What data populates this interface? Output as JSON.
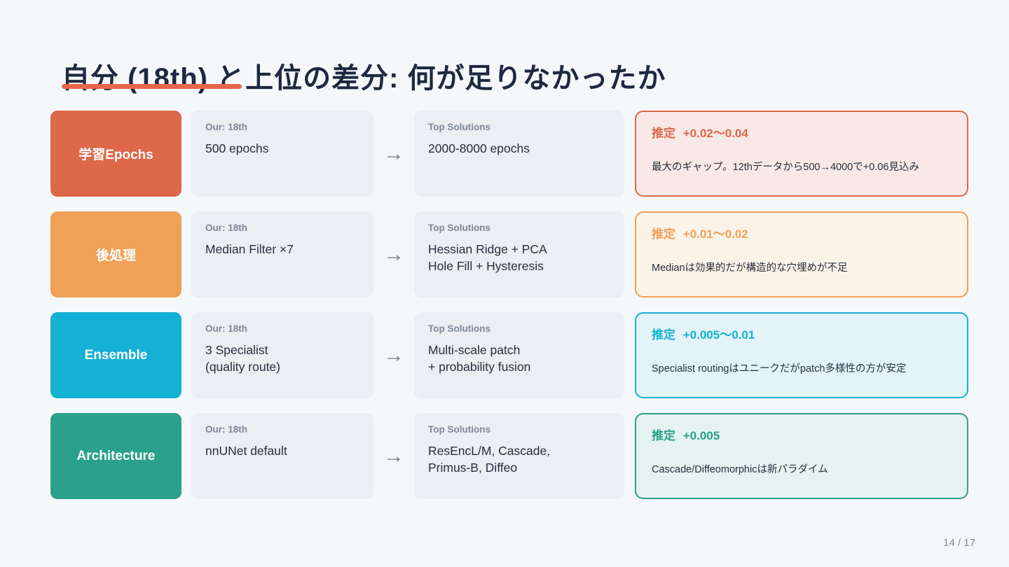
{
  "slide": {
    "title": "自分 (18th) と上位の差分: 何が足りなかったか",
    "page": "14 / 17"
  },
  "labels": {
    "our": "Our: 18th",
    "top": "Top Solutions",
    "estimate_prefix": "推定",
    "arrow": "→"
  },
  "colors": {
    "background": "#f5f8fa",
    "title_text": "#1c2940",
    "title_underline": "#e8664a",
    "card_background": "#ebeef2",
    "card_label": "#7d8898",
    "card_value": "#252f3f",
    "arrow": "#6e7a8a",
    "page_number": "#7d8898"
  },
  "rows": [
    {
      "category": "学習Epochs",
      "accent": "#de684a",
      "tint": "#f8e9e6",
      "our_value": "500 epochs",
      "top_value": "2000-8000 epochs",
      "estimate": "+0.02〜0.04",
      "note": "最大のギャップ。12thデータから500→4000で+0.06見込み"
    },
    {
      "category": "後処理",
      "accent": "#f0a057",
      "tint": "#fcf3e8",
      "our_value": "Median Filter ×7",
      "top_value": "Hessian Ridge + PCA\nHole Fill + Hysteresis",
      "estimate": "+0.01〜0.02",
      "note": "Medianは効果的だが構造的な穴埋めが不足"
    },
    {
      "category": "Ensemble",
      "accent": "#15b1d4",
      "tint": "#e3f4f9",
      "our_value": "3 Specialist\n(quality route)",
      "top_value": "Multi-scale patch\n+ probability fusion",
      "estimate": "+0.005〜0.01",
      "note": "Specialist routingはユニークだがpatch多様性の方が安定"
    },
    {
      "category": "Architecture",
      "accent": "#2aa18a",
      "tint": "#e6f2ef",
      "our_value": "nnUNet default",
      "top_value": "ResEncL/M, Cascade,\nPrimus-B, Diffeo",
      "estimate": "+0.005",
      "note": "Cascade/Diffeomorphicは新パラダイム"
    }
  ]
}
